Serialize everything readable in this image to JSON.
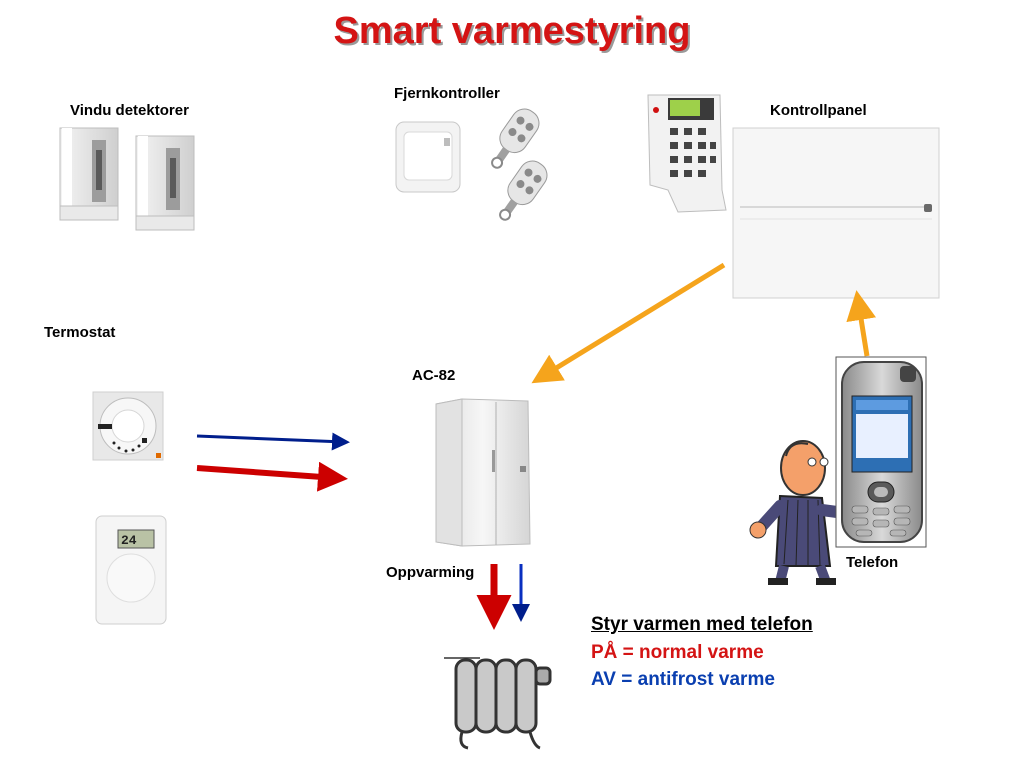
{
  "title": "Smart varmestyring",
  "labels": {
    "window_detectors": "Vindu detektorer",
    "remotes": "Fjernkontroller",
    "control_panel": "Kontrollpanel",
    "thermostat": "Termostat",
    "ac82": "AC-82",
    "heating": "Oppvarming",
    "phone": "Telefon"
  },
  "notes": {
    "heading": "Styr varmen med telefon",
    "on_line": "PÅ = normal varme",
    "off_line": "AV = antifrost varme"
  },
  "thermostat_display": "24",
  "colors": {
    "title": "#d41414",
    "orange_arrow": "#f5a41c",
    "red_arrow": "#cc0000",
    "blue_arrow": "#001e8c",
    "on_text": "#d41414",
    "off_text": "#0a3fb0"
  }
}
